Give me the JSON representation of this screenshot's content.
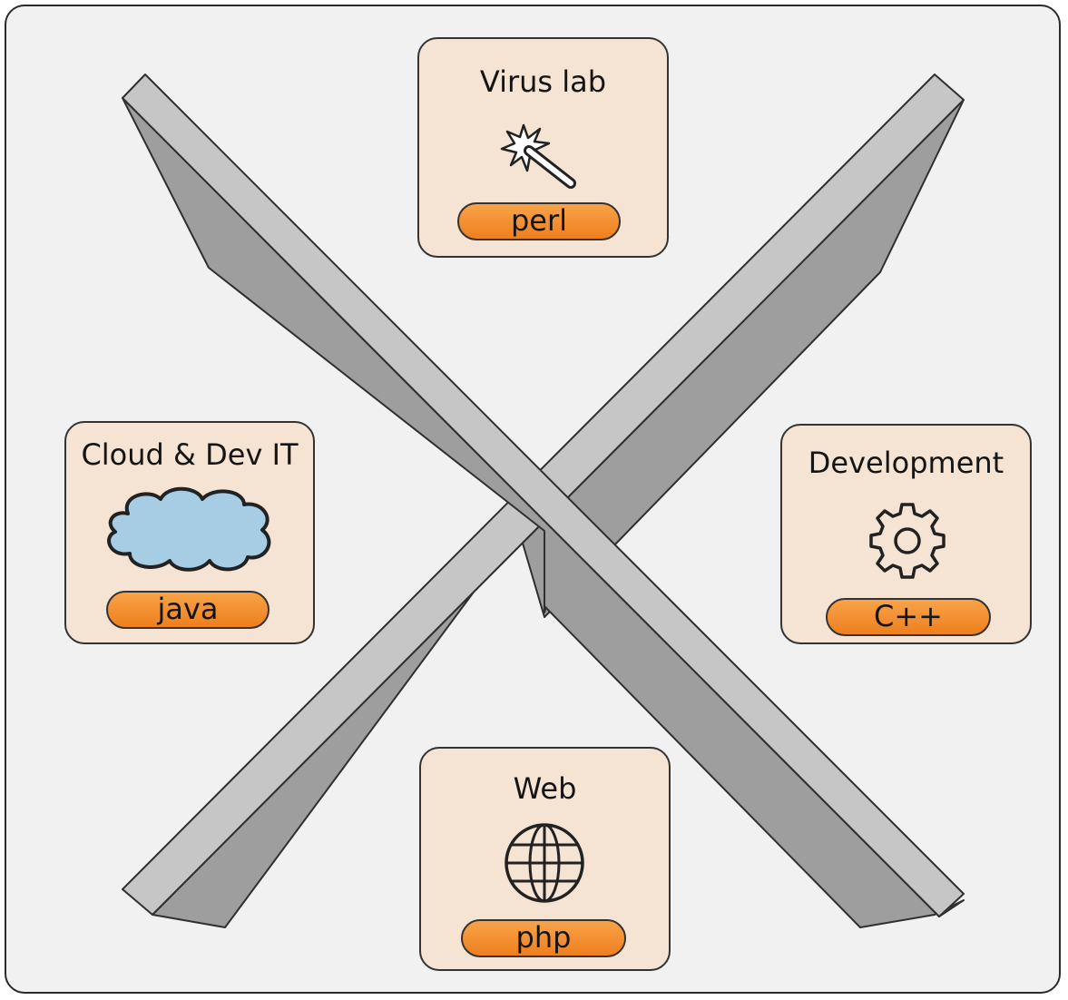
{
  "diagram": {
    "cards": {
      "virus_lab": {
        "title": "Virus lab",
        "language": "perl",
        "icon": "magic-wand-icon"
      },
      "cloud": {
        "title": "Cloud & Dev IT",
        "language": "java",
        "icon": "cloud-icon"
      },
      "development": {
        "title": "Development",
        "language": "C++",
        "icon": "gear-icon"
      },
      "web": {
        "title": "Web",
        "language": "php",
        "icon": "globe-icon"
      }
    },
    "colors": {
      "card_fill": "#f5e3d3",
      "pill_fill": "#f29030",
      "wall_top": "#c4c4c4",
      "wall_face": "#9c9c9c",
      "cloud_fill": "#a6cde3",
      "background": "#f1f1f1"
    }
  }
}
